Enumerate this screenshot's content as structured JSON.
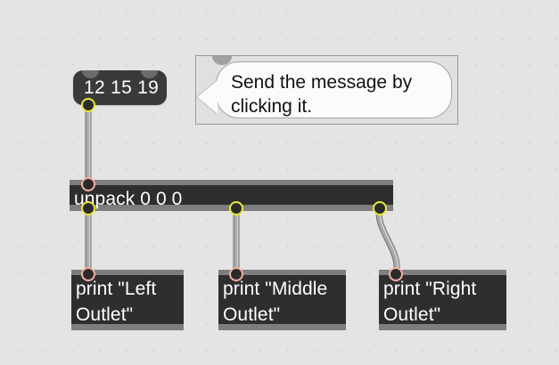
{
  "canvas": {
    "background_color": "#e4e4e4",
    "grid_dot_color": "#c8c8c8",
    "grid_visible": true
  },
  "message_box": {
    "text": "12 15 19",
    "fill_color": "#3a3a3a",
    "text_color": "#ffffff",
    "outlet_color": "#e9e838",
    "inlet_nub_color": "#6b6b6b"
  },
  "comment_box": {
    "text": "Send the message by clicking it.",
    "line1": "Send the message by",
    "line2": "clicking it.",
    "bubble_fill": "#fbfbfb",
    "frame_fill": "#e0e0e0",
    "border_color": "#9a9a9a",
    "text_color": "#111111"
  },
  "unpack_object": {
    "text": "unpack 0 0 0",
    "frame_color": "#7e7e7e",
    "body_color": "#2e2e2e",
    "text_color": "#ffffff",
    "inlet_color": "#f4b1a2",
    "outlet_color": "#e9e838",
    "inlet_count": 1,
    "outlet_count": 3
  },
  "print_objects": [
    {
      "id": "left",
      "text": "print \"Left\nOutlet\"",
      "label": "print \"Left Outlet\""
    },
    {
      "id": "middle",
      "text": "print \"Middle\nOutlet\"",
      "label": "print \"Middle Outlet\""
    },
    {
      "id": "right",
      "text": "print \"Right\nOutlet\"",
      "label": "print \"Right Outlet\""
    }
  ],
  "connections": [
    {
      "from": "message-outlet-0",
      "to": "unpack-inlet-0",
      "shape": "straight"
    },
    {
      "from": "unpack-outlet-0",
      "to": "print-left-inlet-0",
      "shape": "straight"
    },
    {
      "from": "unpack-outlet-1",
      "to": "print-middle-inlet-0",
      "shape": "straight"
    },
    {
      "from": "unpack-outlet-2",
      "to": "print-right-inlet-0",
      "shape": "curved"
    }
  ],
  "cord_colors": {
    "outer": "#6f6f6f",
    "mid": "#a9a9a9",
    "highlight": "#d2d2d2"
  }
}
